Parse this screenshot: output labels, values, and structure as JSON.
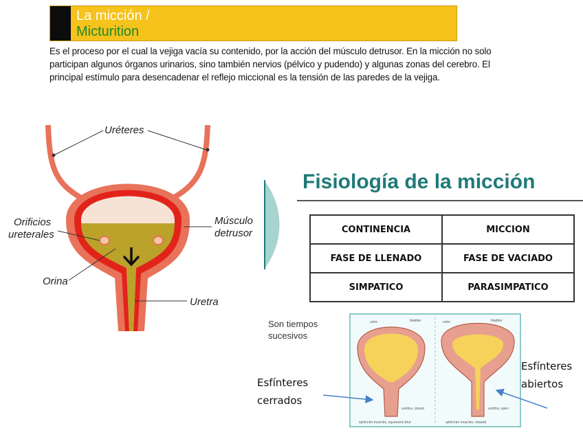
{
  "header": {
    "title_es": "La micción /",
    "title_en": "Micturition",
    "colors": {
      "bar": "#f6c21c",
      "title_es": "#ffffff",
      "title_en": "#1a8a2a"
    }
  },
  "paragraph": "Es el proceso por el cual la vejiga vacía su contenido, por la acción del músculo detrusor. En la micción no solo participan algunos órganos urinarios, sino también nervios (pélvico y pudendo) y algunas zonas del cerebro. El principal estímulo para desencadenar el reflejo miccional es la tensión de las paredes de la vejiga.",
  "diagram": {
    "labels": {
      "ureteres": "Uréteres",
      "orificios_1": "Orificios",
      "orificios_2": "ureterales",
      "musculo_1": "Músculo",
      "musculo_2": "detrusor",
      "orina": "Orina",
      "uretra": "Uretra"
    },
    "colors": {
      "wall": "#e8725a",
      "muscle": "#e2231a",
      "urine": "#bba22a",
      "empty": "#f6e3d6"
    }
  },
  "physiology": {
    "title": "Fisiología de la micción",
    "title_color": "#1f7a78",
    "table": [
      [
        "CONTINENCIA",
        "MICCION"
      ],
      [
        "FASE DE LLENADO",
        "FASE DE VACIADO"
      ],
      [
        "SIMPATICO",
        "PARASIMPATICO"
      ]
    ],
    "caption_1": "Son tiempos",
    "caption_2": "sucesivos"
  },
  "bladder_figure": {
    "left": {
      "urine": "urine",
      "bladder": "bladder",
      "urethra": "urethra, closed",
      "sphincter": "sphincter muscles, squeezed shut"
    },
    "right": {
      "urine": "urine",
      "bladder": "bladder",
      "urethra": "urethra, open",
      "sphincter": "sphincter muscles, relaxed"
    }
  },
  "sphincters": {
    "closed_1": "Esfínteres",
    "closed_2": "cerrados",
    "open_1": "Esfínteres",
    "open_2": "abiertos",
    "arrow_color": "#4a7fc8"
  }
}
